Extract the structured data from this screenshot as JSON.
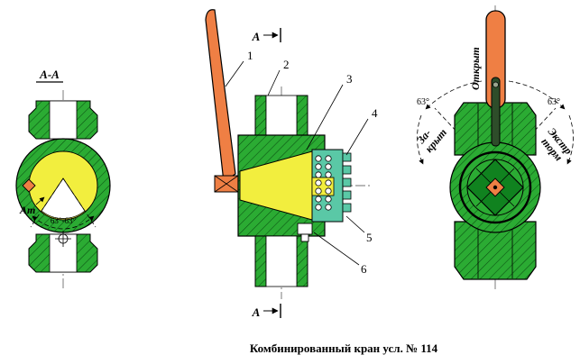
{
  "caption": "Комбинированный кран усл. № 114",
  "left_view": {
    "title": "А-А",
    "at_label": "Ат",
    "angle_label": "63°-63°"
  },
  "middle_view": {
    "section_label_top": "А",
    "section_label_bottom": "А",
    "callout_1": "1",
    "callout_2": "2",
    "callout_3": "3",
    "callout_4": "4",
    "callout_5": "5",
    "callout_6": "6"
  },
  "right_view": {
    "open_label": "Открыт",
    "closed_label_line1": "За-",
    "closed_label_line2": "крыт",
    "emergency_label_line1": "Экстр",
    "emergency_label_line2": "торм",
    "angle_left": "63°",
    "angle_right": "63°"
  },
  "colors": {
    "body_green": "#2bab33",
    "hatch_line": "#0a4f12",
    "handle_orange": "#ef7f44",
    "ball_yellow": "#f2ee3e",
    "seal_teal": "#5ac8a6",
    "dark_green": "#10821f",
    "slot_dark": "#2e4d2a"
  }
}
